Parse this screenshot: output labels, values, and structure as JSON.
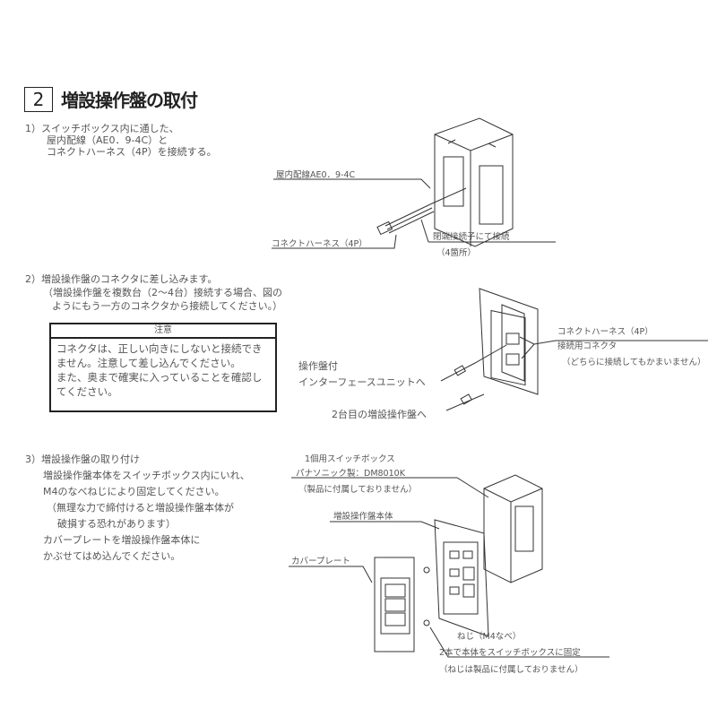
{
  "section": {
    "number": "2",
    "title": "増設操作盤の取付"
  },
  "step1": {
    "lines": [
      "1）スイッチボックス内に通した、",
      "屋内配線（AE0．9-4C）と",
      "コネクトハーネス（4P）を接続する。"
    ],
    "labels": {
      "wire": "屋内配線AE0．9-4C",
      "harness": "コネクトハーネス（4P）",
      "connector": "閉端接続子にて接続",
      "count": "（4箇所）"
    }
  },
  "step2": {
    "lines": [
      "2）増設操作盤のコネクタに差し込みます。",
      "（増設操作盤を複数台（2～4台）接続する場合、図の",
      "ようにもう一方のコネクタから接続してください。）"
    ],
    "caution": {
      "header": "注意",
      "lines": [
        "コネクタは、正しい向きにしないと接続でき",
        "ません。注意して差し込んでください。",
        "また、奥まで確実に入っていることを確認し",
        "てください。"
      ]
    },
    "labels": {
      "harness": "コネクトハーネス（4P）",
      "harness2": "接続用コネクタ",
      "either": "（どちらに接続してもかまいません）",
      "to_iface1": "操作盤付",
      "to_iface2": "インターフェースユニットへ",
      "to_second": "2台目の増設操作盤へ"
    }
  },
  "step3": {
    "lines": [
      "3）増設操作盤の取り付け",
      "増設操作盤本体をスイッチボックス内にいれ、",
      "M4のなべねじにより固定してください。",
      "（無理な力で締付けると増設操作盤本体が",
      "破損する恐れがあります）",
      "カバープレートを増設操作盤本体に",
      "かぶせてはめ込んでください。"
    ],
    "labels": {
      "box1": "1個用スイッチボックス",
      "box2": "パナソニック製：DM8010K",
      "box3": "（製品に付属しておりません）",
      "body": "増設操作盤本体",
      "cover": "カバープレート",
      "screw1": "ねじ（M4なべ）",
      "screw2": "2本で本体をスイッチボックスに固定",
      "screw3": "（ねじは製品に付属しておりません）"
    }
  }
}
